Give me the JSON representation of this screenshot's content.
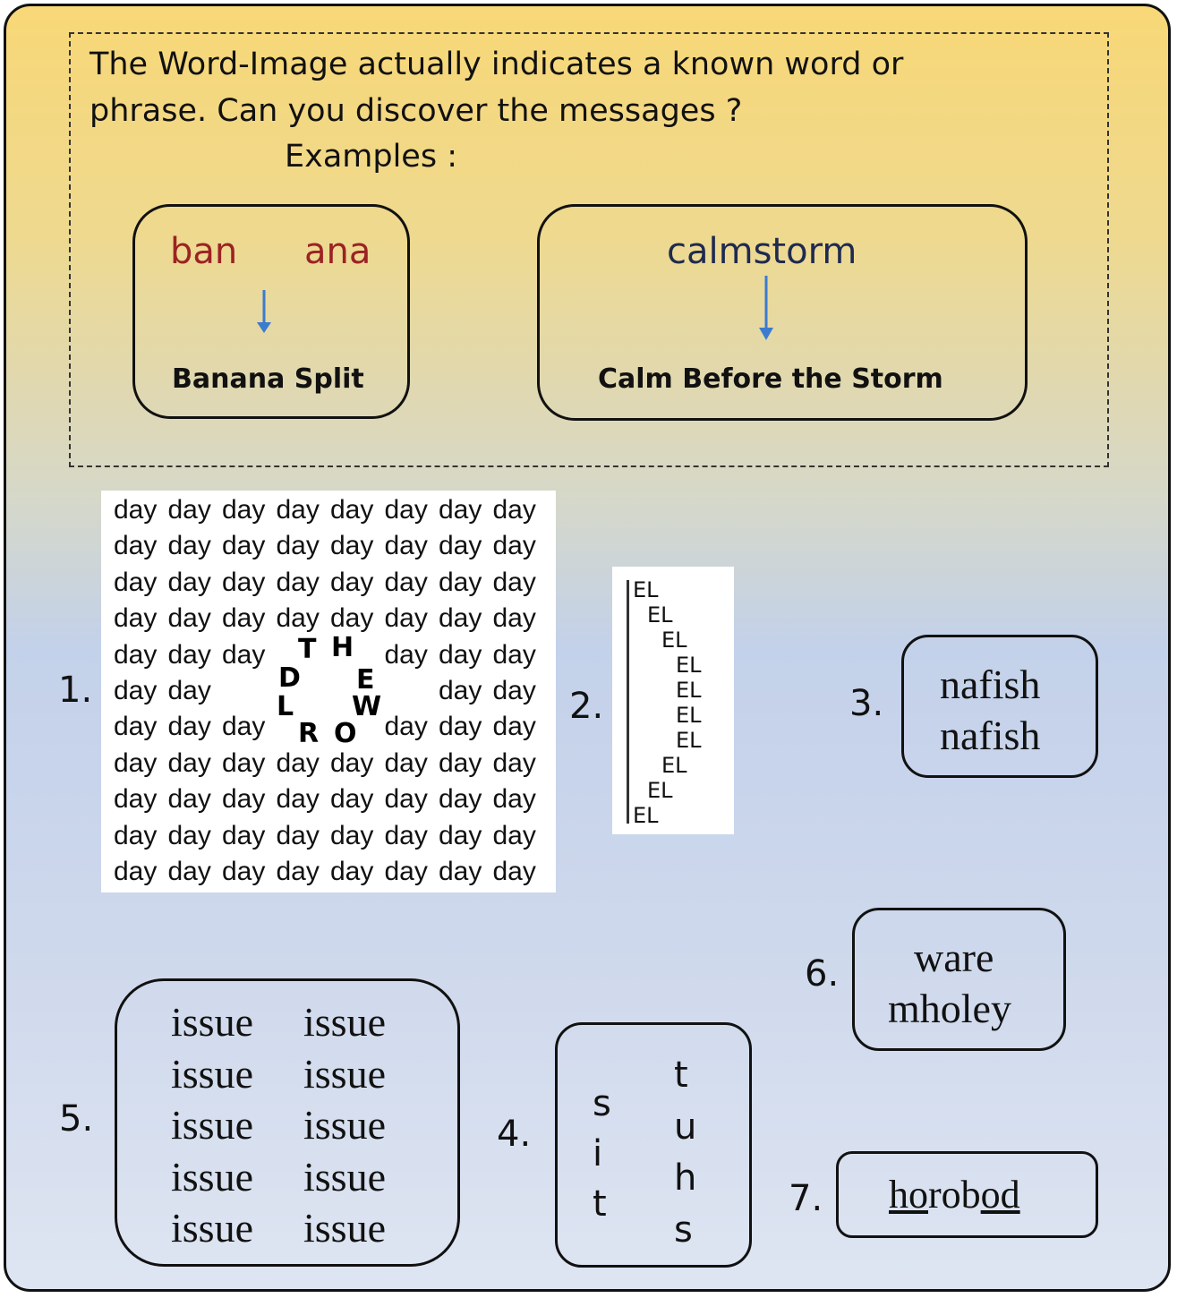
{
  "intro": {
    "line1": "The Word-Image actually indicates a known word or",
    "line2": "phrase.  Can you discover the messages ?",
    "examples_label": "Examples :"
  },
  "examples": [
    {
      "word_left": "ban",
      "word_right": "ana",
      "answer": "Banana Split",
      "word_color": "#9b2323"
    },
    {
      "word": "calmstorm",
      "answer": "Calm Before the Storm",
      "word_color": "#1f2a4f"
    }
  ],
  "arrow_color": "#3b7bd0",
  "puzzles": {
    "p1": {
      "number": "1.",
      "word": "day",
      "letters": [
        "T",
        "H",
        "E",
        "W",
        "O",
        "R",
        "L",
        "D"
      ]
    },
    "p2": {
      "number": "2.",
      "token": "EL"
    },
    "p3": {
      "number": "3.",
      "line1": "nafish",
      "line2": "nafish"
    },
    "p4": {
      "number": "4.",
      "left": [
        "s",
        "i",
        "t"
      ],
      "right": [
        "t",
        "u",
        "h",
        "s"
      ]
    },
    "p5": {
      "number": "5.",
      "word": "issue"
    },
    "p6": {
      "number": "6.",
      "line1": "ware",
      "line2": "mholey"
    },
    "p7": {
      "number": "7.",
      "text": "horobod"
    }
  }
}
